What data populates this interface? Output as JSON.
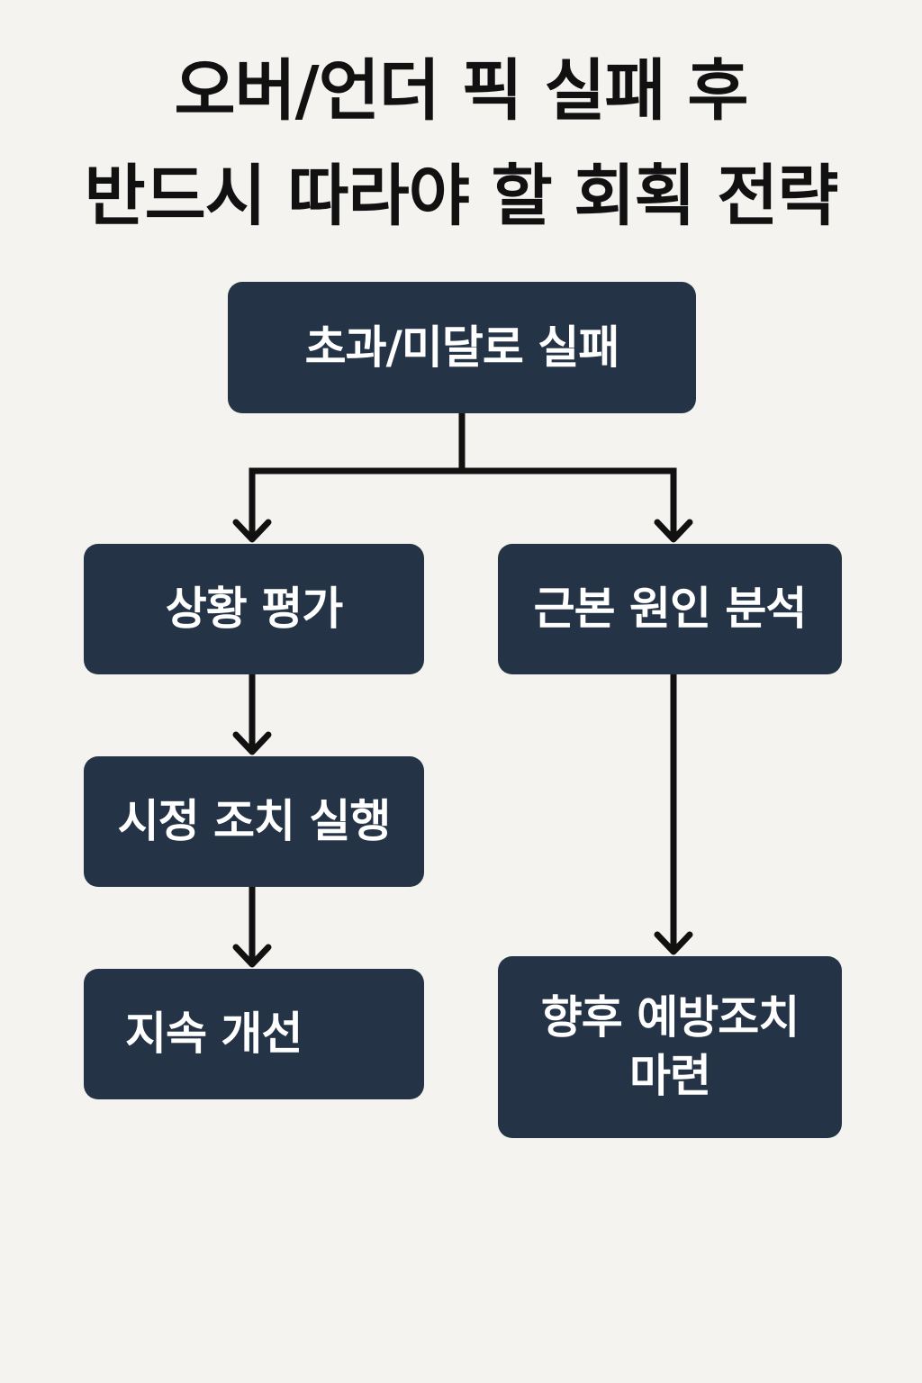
{
  "title": {
    "line1": "오버/언더 픽 실패 후",
    "line2": "반드시 따라야 할 회획 전략"
  },
  "nodes": {
    "start": "초과/미달로 실패",
    "assess": "상황 평가",
    "root_cause": "근본 원인 분석",
    "corrective": "시정 조치 실행",
    "improve": "지속 개선",
    "prevent_line1": "향후 예방조치",
    "prevent_line2": "마련"
  },
  "colors": {
    "background": "#f5f3f0",
    "node_fill": "#243345",
    "node_text": "#ffffff",
    "connector": "#111111"
  }
}
